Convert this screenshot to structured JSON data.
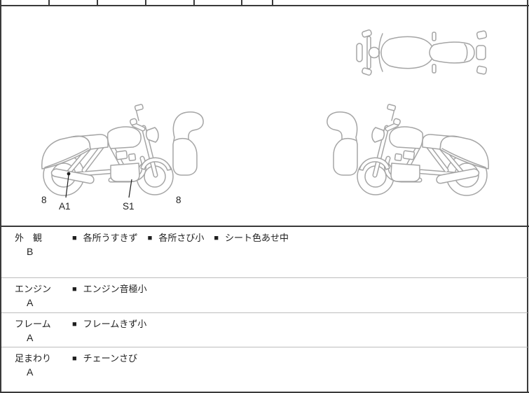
{
  "colors": {
    "line_art": "#a5a5a5",
    "border_dark": "#3a3a3a",
    "row_line": "#bdbdbd",
    "text": "#1f1f1f"
  },
  "bullet": "■",
  "side_view": {
    "labels": [
      "8",
      "A1",
      "S1",
      "8"
    ]
  },
  "condition_rows": [
    {
      "label": "外　観",
      "grade": "B",
      "comments": [
        "各所うすきず",
        "各所さび小",
        "シート色あせ中"
      ]
    },
    {
      "label": "エンジン",
      "grade": "A",
      "comments": [
        "エンジン音極小"
      ]
    },
    {
      "label": "フレーム",
      "grade": "A",
      "comments": [
        "フレームきず小"
      ]
    },
    {
      "label": "足まわり",
      "grade": "A",
      "comments": [
        "チェーンさび"
      ]
    }
  ]
}
